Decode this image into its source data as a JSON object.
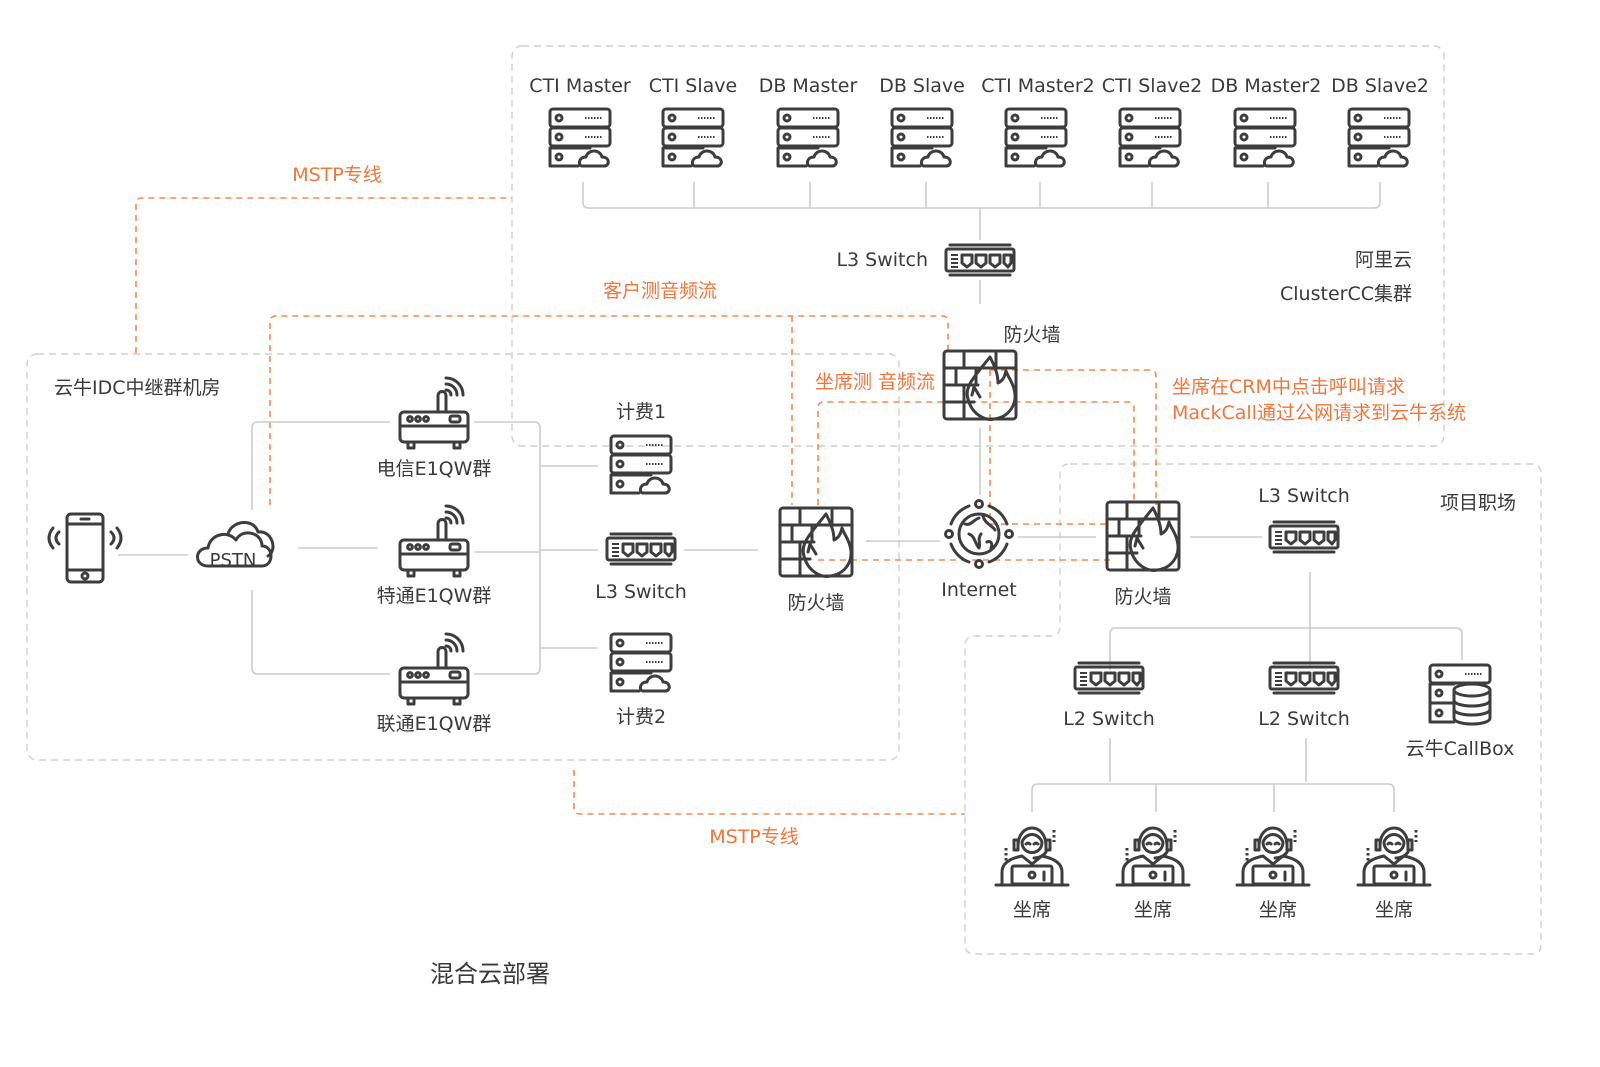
{
  "diagram": {
    "title": "混合云部署",
    "zones": {
      "aliyun": {
        "line1": "阿里云",
        "line2": "ClusterCC集群"
      },
      "idc": {
        "label": "云牛IDC中继群机房"
      },
      "office": {
        "label": "项目职场"
      }
    },
    "aliyun_servers": [
      {
        "label": "CTI Master"
      },
      {
        "label": "CTI Slave"
      },
      {
        "label": "DB Master"
      },
      {
        "label": "DB Slave"
      },
      {
        "label": "CTI Master2"
      },
      {
        "label": "CTI Slave2"
      },
      {
        "label": "DB Master2"
      },
      {
        "label": "DB Slave2"
      }
    ],
    "aliyun_switch": {
      "label": "L3 Switch"
    },
    "aliyun_firewall": {
      "label": "防火墙"
    },
    "idc_nodes": {
      "pstn": "PSTN",
      "gateways": [
        {
          "label": "电信E1QW群"
        },
        {
          "label": "特通E1QW群"
        },
        {
          "label": "联通E1QW群"
        }
      ],
      "billing1": "计费1",
      "switch": "L3 Switch",
      "billing2": "计费2",
      "firewall": "防火墙"
    },
    "internet": {
      "label": "Internet"
    },
    "office_nodes": {
      "firewall": "防火墙",
      "l3_switch": "L3 Switch",
      "l2_switches": [
        {
          "label": "L2 Switch"
        },
        {
          "label": "L2 Switch"
        }
      ],
      "callbox": "云牛CallBox",
      "agents": [
        {
          "label": "坐席"
        },
        {
          "label": "坐席"
        },
        {
          "label": "坐席"
        },
        {
          "label": "坐席"
        }
      ]
    },
    "flows": {
      "mstp_top": "MSTP专线",
      "mstp_bottom": "MSTP专线",
      "customer_audio": "客户测音频流",
      "agent_audio": "坐席测 音频流",
      "crm_line1": "坐席在CRM中点击呼叫请求",
      "crm_line2": "MackCall通过公网请求到云牛系统"
    },
    "colors": {
      "accent": "#f2763a",
      "icon": "#3d3d3d",
      "line": "#cccccc",
      "zone": "#cfcfcf"
    }
  }
}
